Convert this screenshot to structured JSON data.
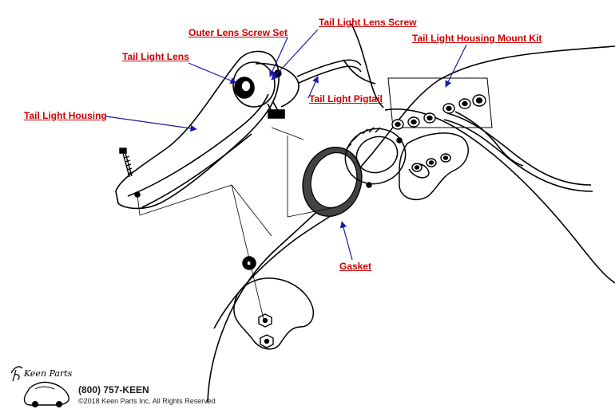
{
  "callouts": {
    "outer_lens_screw_set": "Outer Lens Screw Set",
    "tail_light_lens_screw": "Tail Light Lens Screw",
    "tail_light_housing_mount_kit": "Tail Light Housing Mount Kit",
    "tail_light_lens": "Tail Light Lens",
    "tail_light_pigtail": "Tail Light Pigtail",
    "tail_light_housing": "Tail Light Housing",
    "gasket": "Gasket"
  },
  "footer": {
    "phone": "(800) 757-KEEN",
    "copyright": "©2018 Keen Parts Inc. All Rights Reserved"
  },
  "logo": {
    "wordmark": "Keen Parts"
  },
  "colors": {
    "label": "#cc0000",
    "leader": "#1a1aa6",
    "line_art": "#000000"
  }
}
